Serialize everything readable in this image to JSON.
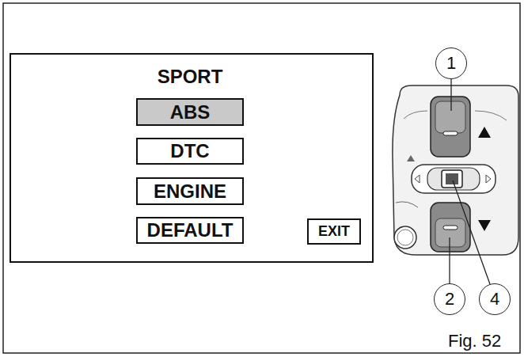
{
  "diagram": {
    "caption": "Fig. 52",
    "nodes": [
      {
        "text": [
          "SPORT"
        ]
      },
      {
        "text": [
          "ABS"
        ],
        "in": 0
      },
      {
        "text": [
          "DTC"
        ],
        "in": 0
      },
      {
        "text": [
          "ENGINE"
        ],
        "in": 0
      },
      {
        "text": [
          "DEFAULT"
        ],
        "in": 0
      },
      {
        "text": [
          "EXIT"
        ],
        "in": 0
      },
      {
        "text": [
          "1"
        ]
      },
      {
        "text": [
          "2"
        ]
      },
      {
        "text": [
          "4"
        ]
      }
    ]
  }
}
